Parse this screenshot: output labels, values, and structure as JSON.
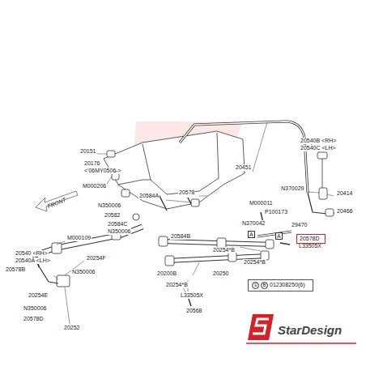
{
  "diagram": {
    "nodes": [
      {
        "text": [
          "20578D"
        ]
      },
      {
        "text": [
          "①",
          "B",
          "012308250(6)"
        ]
      }
    ],
    "labels": [
      "20151",
      "20176",
      "<'06MY0506->",
      "M000206",
      "20584A",
      "N350006",
      "20582",
      "20584C",
      "N350006",
      "20584B",
      "20578",
      "M000011",
      "P100173",
      "N370042",
      "20451",
      "20540B <RH>",
      "20540C <LH>",
      "N370029",
      "20414",
      "20466",
      "29470",
      "A",
      "A",
      "L33505X",
      "20254*B",
      "20254*B",
      "20250",
      "20200B",
      "20254*B",
      "L33505X",
      "20568",
      "M000109",
      "20540 <RH>",
      "20540A <LH>",
      "20578B",
      "20254F",
      "N350006",
      "20254E",
      "N350006",
      "20578D",
      "20252",
      "FRONT",
      "StarDesign"
    ]
  }
}
